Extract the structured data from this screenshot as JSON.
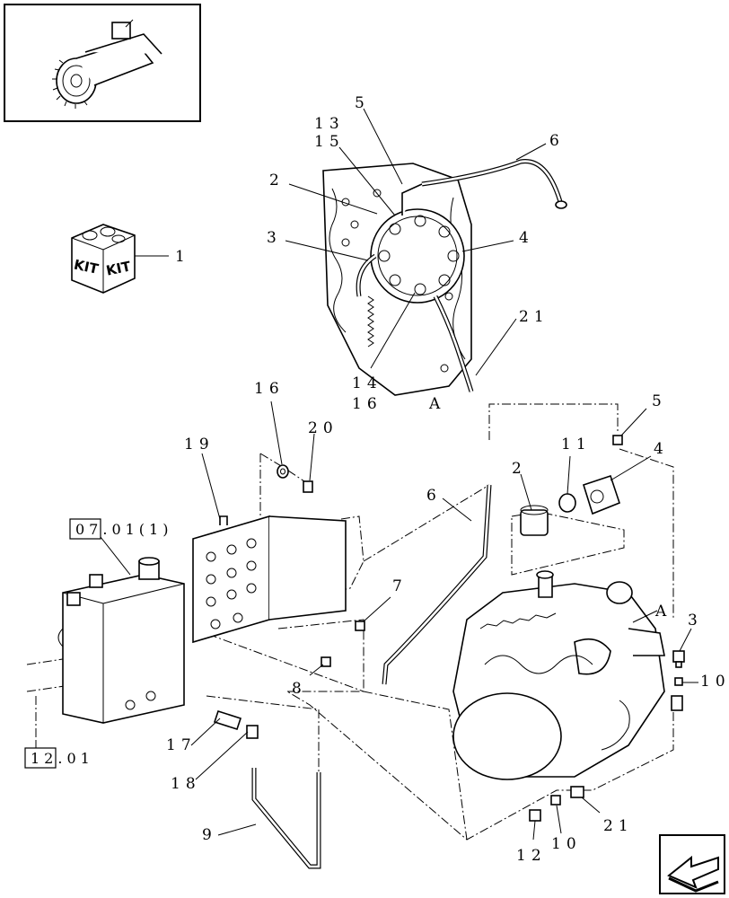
{
  "callouts": {
    "c1": "1",
    "c2_top": "2",
    "c3_top": "3",
    "c4_top": "4",
    "c5_top": "5",
    "c6_top": "6",
    "c13": "13",
    "c15": "15",
    "c14": "14",
    "c16_top": "16",
    "c21_top": "21",
    "cA_top": "A",
    "c16": "16",
    "c20": "20",
    "c19": "19",
    "c5": "5",
    "c11": "11",
    "c2": "2",
    "c4": "4",
    "c6": "6",
    "c7": "7",
    "c8": "8",
    "cA": "A",
    "c3": "3",
    "c10_right": "10",
    "c17": "17",
    "c18": "18",
    "c9": "9",
    "c12": "12",
    "c10": "10",
    "c21": "21"
  },
  "refs": {
    "ref_07": "07.01(1)",
    "ref_12": "12.01"
  },
  "kit": {
    "label_left": "KIT",
    "label_right": "KIT"
  },
  "icons": [
    "compressor-inset-icon",
    "kit-box-icon",
    "next-page-arrow-icon"
  ]
}
